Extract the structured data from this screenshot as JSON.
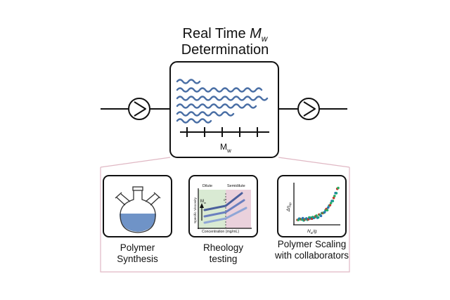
{
  "title": {
    "line1": "Real Time ",
    "mw_symbol": "M",
    "mw_subscript": "w",
    "line2": "Determination"
  },
  "detector": {
    "axis_label": "M",
    "axis_subscript": "w"
  },
  "panels": [
    {
      "caption_line1": "Polymer",
      "caption_line2": "Synthesis",
      "icon": "three-neck-flask-icon"
    },
    {
      "caption_line1": "Rheology",
      "caption_line2": "testing",
      "region_dilute": "Dilute",
      "region_semidilute": "Semidilute",
      "ylabel": "Specific Viscosity",
      "xlabel": "Concentration (mg/mL)",
      "mw_label": "M",
      "mw_sub": "w",
      "crossover_label": "c*",
      "color_dilute": "#d9ead3",
      "color_semidilute": "#ead1dc"
    },
    {
      "caption_line1": "Polymer Scaling",
      "caption_line2": "with collaborators",
      "ylabel": "Δη",
      "ylabel_sub": "sp",
      "xlabel": "N",
      "xlabel_sub": "w",
      "xlabel_tail": "/g"
    }
  ],
  "colors": {
    "polymer_chain": "#4a6fa5",
    "liquid": "#6f93c7",
    "connector": "#e0b8c4",
    "markers": [
      "#c0392b",
      "#27ae60",
      "#2c6fb5",
      "#16a085"
    ]
  }
}
